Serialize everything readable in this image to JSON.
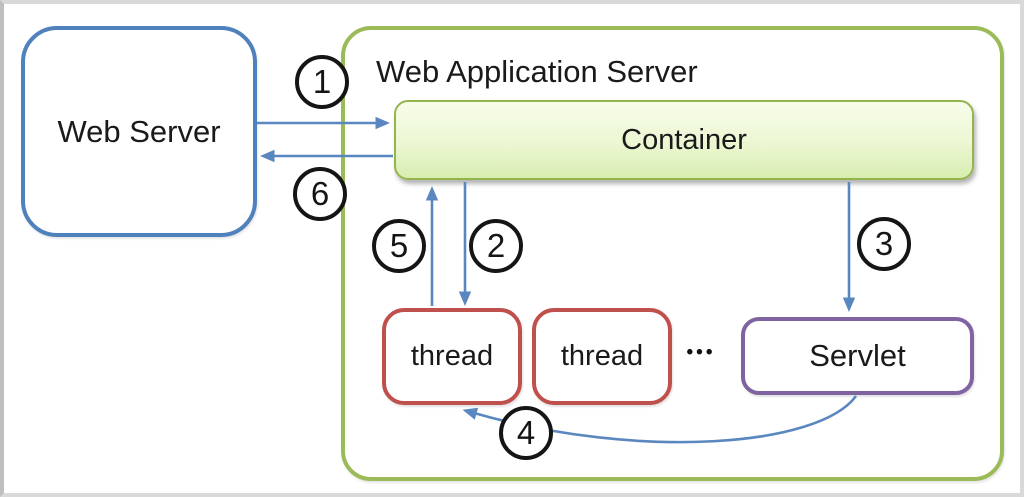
{
  "nodes": {
    "web_server": "Web Server",
    "web_application_server": "Web Application Server",
    "container": "Container",
    "thread_1": "thread",
    "thread_2": "thread",
    "ellipsis": "•••",
    "servlet": "Servlet"
  },
  "steps": [
    "1",
    "2",
    "3",
    "4",
    "5",
    "6"
  ],
  "colors": {
    "web_server_border": "#4F81BD",
    "was_border": "#9BBB59",
    "container_border": "#94B54E",
    "container_fill_top": "#F7FCE9",
    "container_fill_bottom": "#D8EDB0",
    "thread_border": "#C0504D",
    "servlet_border": "#8064A2",
    "arrow": "#5B87C0",
    "badge_border": "#151515"
  }
}
